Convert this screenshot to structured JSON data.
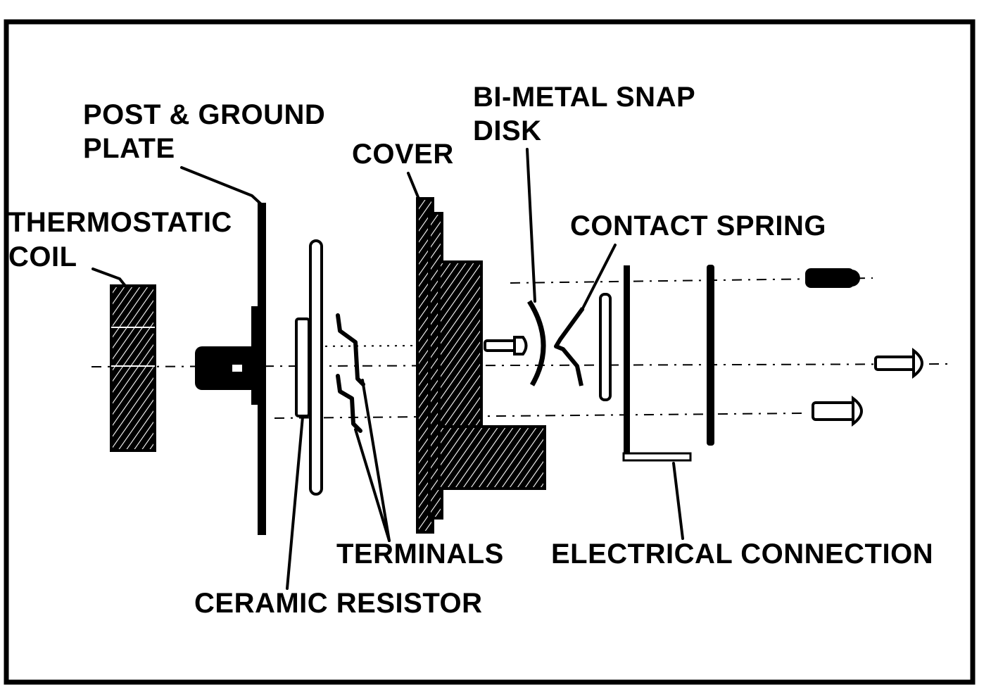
{
  "labels": {
    "post_ground_plate_line1": "POST & GROUND",
    "post_ground_plate_line2": "PLATE",
    "thermostatic_coil_line1": "THERMOSTATIC",
    "thermostatic_coil_line2": "COIL",
    "cover": "COVER",
    "bimetal_snap_disk_line1": "BI-METAL SNAP",
    "bimetal_snap_disk_line2": "DISK",
    "contact_spring": "CONTACT SPRING",
    "terminals": "TERMINALS",
    "electrical_connection": "ELECTRICAL CONNECTION",
    "ceramic_resistor": "CERAMIC RESISTOR"
  },
  "colors": {
    "ink": "#000000",
    "paper": "#ffffff"
  }
}
